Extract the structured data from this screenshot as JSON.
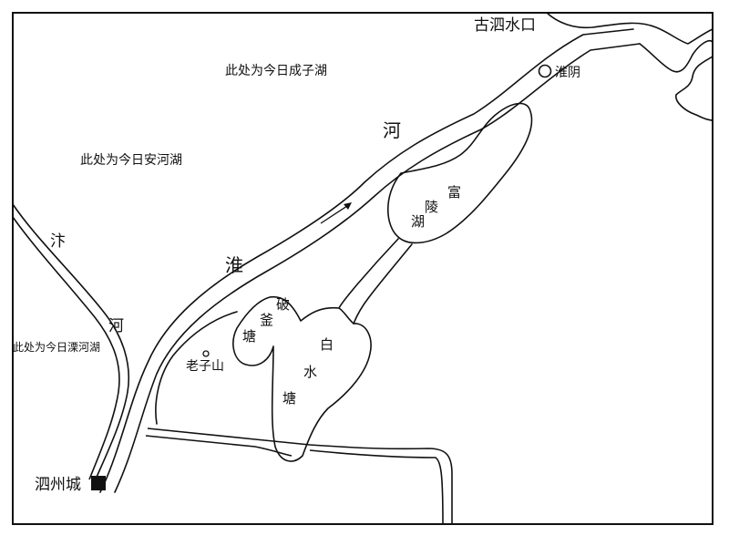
{
  "map": {
    "labels": {
      "gusi_kou": "古泗水口",
      "huaiyin": "淮阴",
      "chengzi_hu": "此处为今日成子湖",
      "anhe_hu": "此处为今日安河湖",
      "lihe_hu": "此处为今日溧河湖",
      "huai": "淮",
      "he_huai": "河",
      "bian": "汴",
      "he_bian": "河",
      "fu": "富",
      "ling": "陵",
      "hu_fuling": "湖",
      "po": "破",
      "fu2": "釜",
      "tang_pofu": "塘",
      "bai": "白",
      "shui": "水",
      "tang_baishui": "塘",
      "laozi_shan": "老子山",
      "sizhou_cheng": "泗州城"
    }
  }
}
